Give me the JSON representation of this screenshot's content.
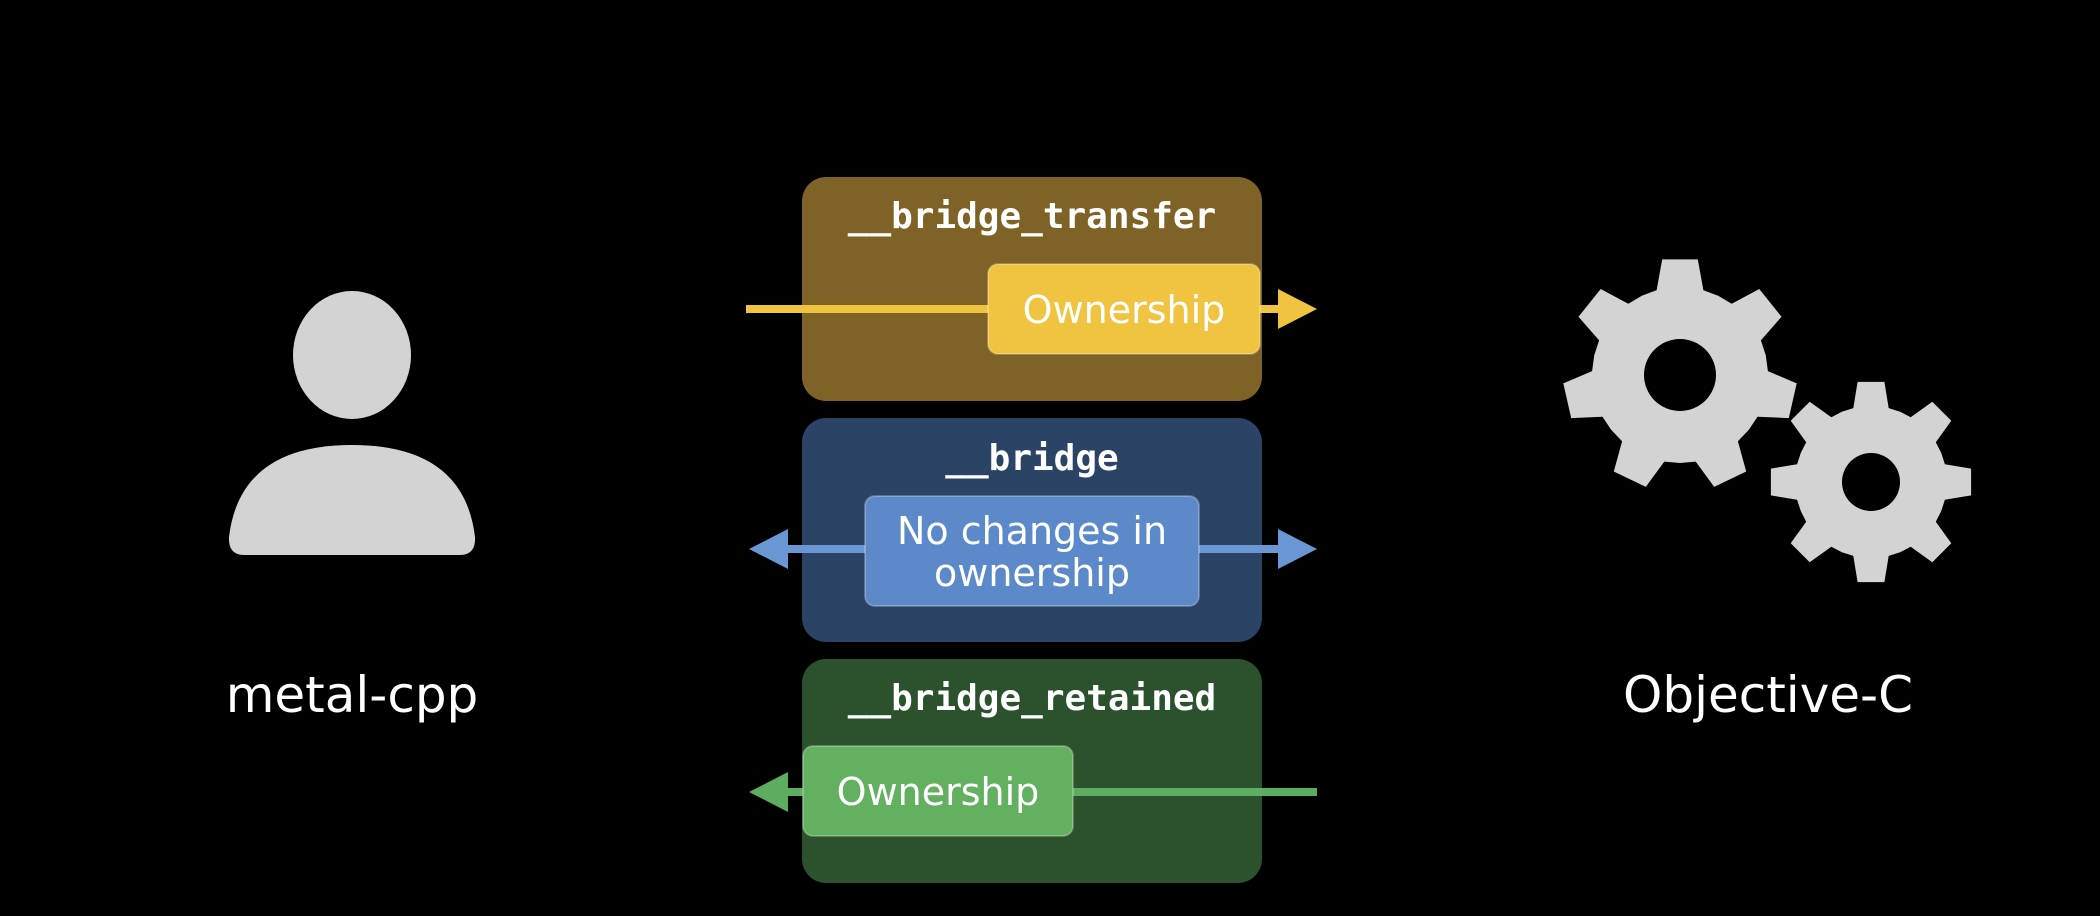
{
  "left_entity": {
    "label": "metal-cpp",
    "icon": "person-icon",
    "icon_color": "#d3d3d3"
  },
  "right_entity": {
    "label": "Objective-C",
    "icon": "gears-icon",
    "icon_color": "#d3d3d3"
  },
  "bridges": [
    {
      "keyword": "__bridge_transfer",
      "chip_lines": [
        "Ownership"
      ],
      "direction": "to-objective-c",
      "panel_color": "#7f6226",
      "chip_color": "#f0c440",
      "arrow_color": "#f0c440"
    },
    {
      "keyword": "__bridge",
      "chip_lines": [
        "No changes in",
        "ownership"
      ],
      "direction": "both",
      "panel_color": "#2b4466",
      "chip_color": "#5b89c9",
      "arrow_color": "#6b96d4"
    },
    {
      "keyword": "__bridge_retained",
      "chip_lines": [
        "Ownership"
      ],
      "direction": "to-metal-cpp",
      "panel_color": "#2b522d",
      "chip_color": "#63b061",
      "arrow_color": "#5eac5f"
    }
  ]
}
